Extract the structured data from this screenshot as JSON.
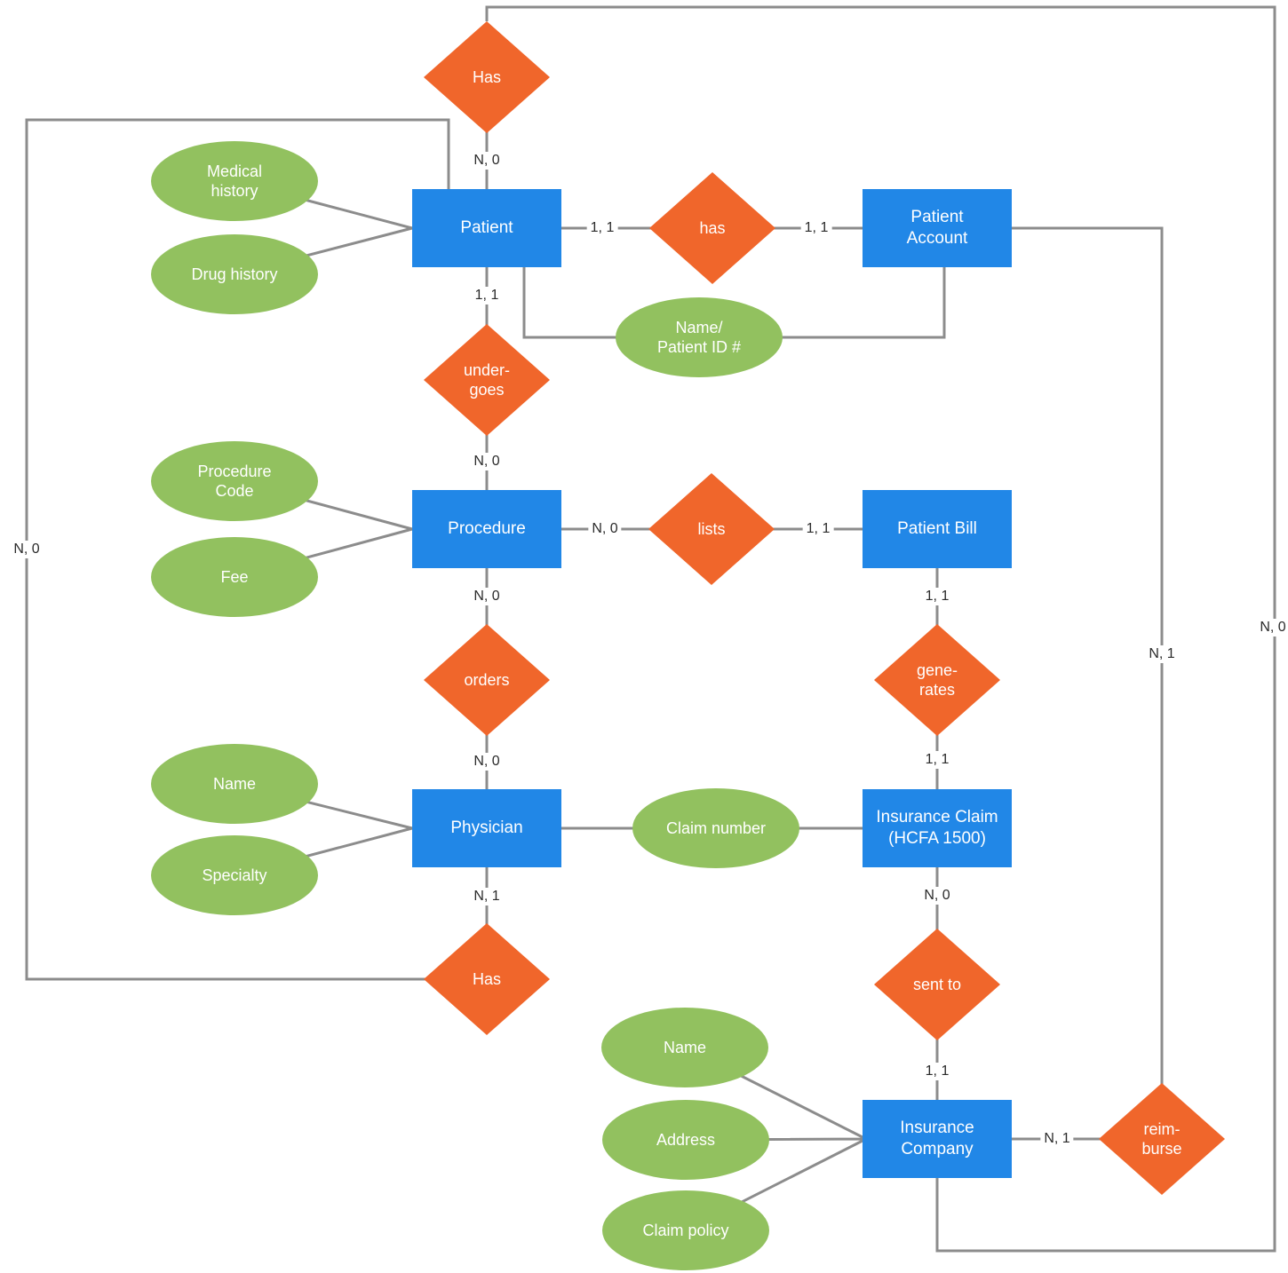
{
  "colors": {
    "entity": "#2187e7",
    "relationship": "#f0662b",
    "attribute": "#92c15f",
    "line": "#8c8c8c",
    "label": "#2b2b2b"
  },
  "entities": [
    {
      "label": "Patient"
    },
    {
      "label": "Patient\nAccount"
    },
    {
      "label": "Procedure"
    },
    {
      "label": "Patient Bill"
    },
    {
      "label": "Physician"
    },
    {
      "label": "Insurance Claim\n(HCFA 1500)"
    },
    {
      "label": "Insurance\nCompany"
    }
  ],
  "relationships": [
    {
      "label": "Has"
    },
    {
      "label": "has"
    },
    {
      "label": "under-\ngoes"
    },
    {
      "label": "lists"
    },
    {
      "label": "orders"
    },
    {
      "label": "gene-\nrates"
    },
    {
      "label": "Has"
    },
    {
      "label": "sent to"
    },
    {
      "label": "reim-\nburse"
    }
  ],
  "attributes": [
    {
      "label": "Medical\nhistory"
    },
    {
      "label": "Drug history"
    },
    {
      "label": "Name/\nPatient ID #"
    },
    {
      "label": "Procedure\nCode"
    },
    {
      "label": "Fee"
    },
    {
      "label": "Name"
    },
    {
      "label": "Specialty"
    },
    {
      "label": "Claim number"
    },
    {
      "label": "Name"
    },
    {
      "label": "Address"
    },
    {
      "label": "Claim policy"
    }
  ],
  "cardinalities": [
    {
      "label": "N, 0"
    },
    {
      "label": "1, 1"
    },
    {
      "label": "1, 1"
    },
    {
      "label": "1, 1"
    },
    {
      "label": "N, 0"
    },
    {
      "label": "N, 0"
    },
    {
      "label": "1, 1"
    },
    {
      "label": "1, 1"
    },
    {
      "label": "1, 1"
    },
    {
      "label": "N, 0"
    },
    {
      "label": "N, 0"
    },
    {
      "label": "N, 1"
    },
    {
      "label": "N, 0"
    },
    {
      "label": "1, 1"
    },
    {
      "label": "N, 1"
    },
    {
      "label": "N, 1"
    },
    {
      "label": "N, 0"
    },
    {
      "label": "N, 0"
    }
  ]
}
